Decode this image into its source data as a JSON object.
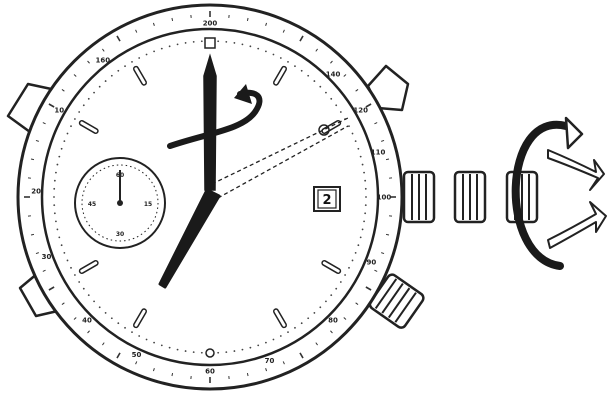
{
  "bezel_labels": [
    "10",
    "20",
    "30",
    "40",
    "50",
    "60",
    "70",
    "80",
    "90",
    "100",
    "110",
    "120",
    "140",
    "160",
    "200"
  ],
  "subdial_labels": [
    "60",
    "15",
    "30",
    "45"
  ],
  "date_window": "2",
  "crown_positions": 3
}
